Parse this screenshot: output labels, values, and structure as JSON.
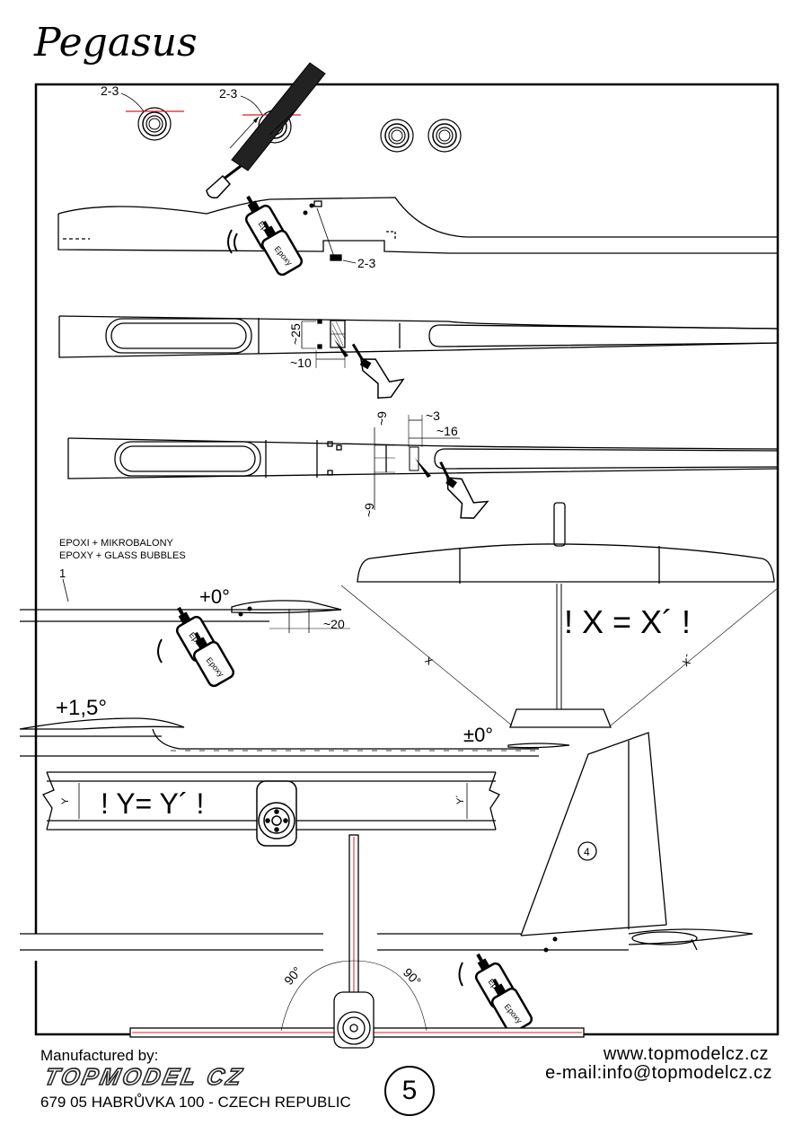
{
  "document": {
    "title": "Pegasus",
    "page_number": "5"
  },
  "labels": {
    "ref_2_3_a": "2-3",
    "ref_2_3_b": "2-3",
    "ref_2_3_c": "2-3",
    "dim_25": "~25",
    "dim_10": "~10",
    "dim_9_top": "~9",
    "dim_9_bottom": "~9",
    "dim_3": "~3",
    "dim_16": "~16",
    "dim_20": "~20",
    "glue_cz": "EPOXI + MIKROBALONY",
    "glue_en": "EPOXY + GLASS BUBBLES",
    "part_1": "1",
    "part_4": "4",
    "angle_0_a": "+0°",
    "angle_0_b": "±0°",
    "angle_1_5": "+1,5°",
    "angle_90_left": "90°",
    "angle_90_right": "90°",
    "x_eq": "! X = X´ !",
    "x_left": "x",
    "x_right": "x´",
    "y_eq": "! Y= Y´ !",
    "y_left": "Y",
    "y_right": "Y´",
    "epoxy": "Epoxy"
  },
  "footer": {
    "manufactured_by": "Manufactured by:",
    "logo_text": "TOPMODEL CZ",
    "address": "679 05 HABRŮVKA 100 - CZECH REPUBLIC",
    "website": "www.topmodelcz.cz",
    "email": "e-mail:info@topmodelcz.cz"
  }
}
